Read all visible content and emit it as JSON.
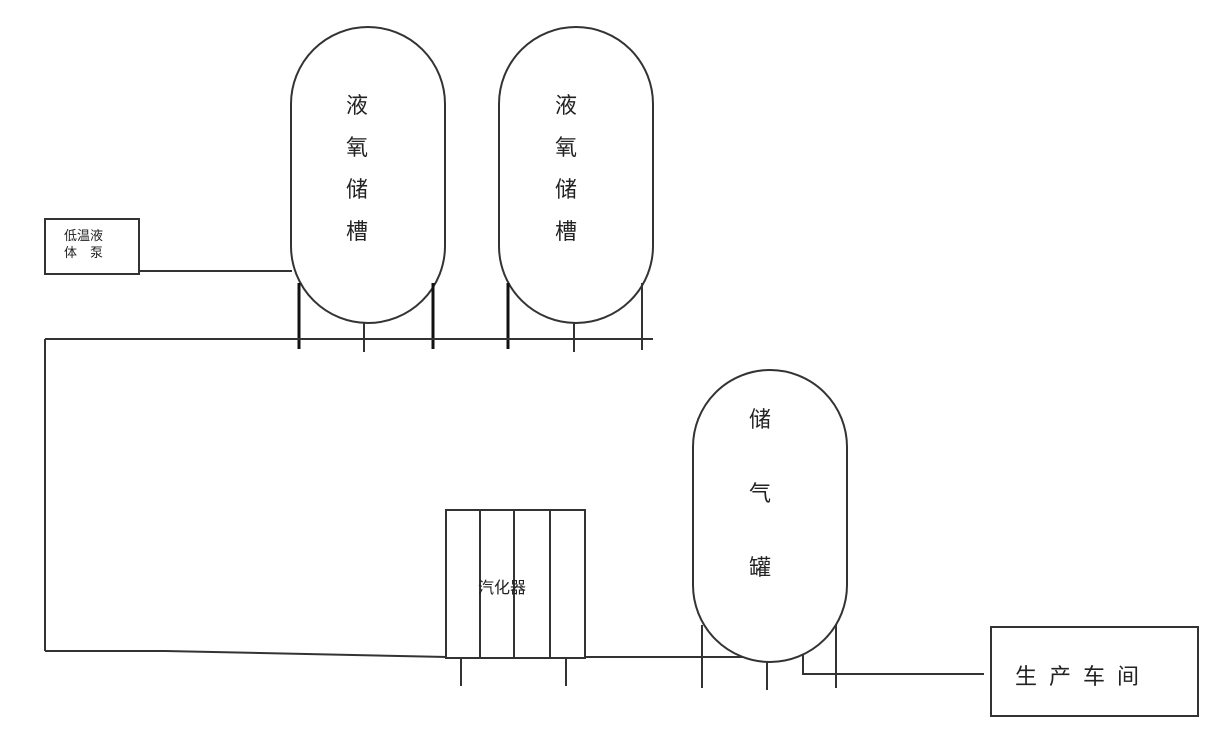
{
  "diagram": {
    "title": "",
    "pump": {
      "line1": "低温液",
      "line2": "体　泵"
    },
    "lox_tank_1": {
      "chars": [
        "液",
        "氧",
        "储",
        "槽"
      ]
    },
    "lox_tank_2": {
      "chars": [
        "液",
        "氧",
        "储",
        "槽"
      ]
    },
    "vaporizer": {
      "label": "汽化器"
    },
    "gas_tank": {
      "chars": [
        "储",
        "气",
        "罐"
      ]
    },
    "workshop": {
      "label": "生产车间"
    },
    "colors": {
      "line": "#333333",
      "background": "#ffffff"
    }
  }
}
